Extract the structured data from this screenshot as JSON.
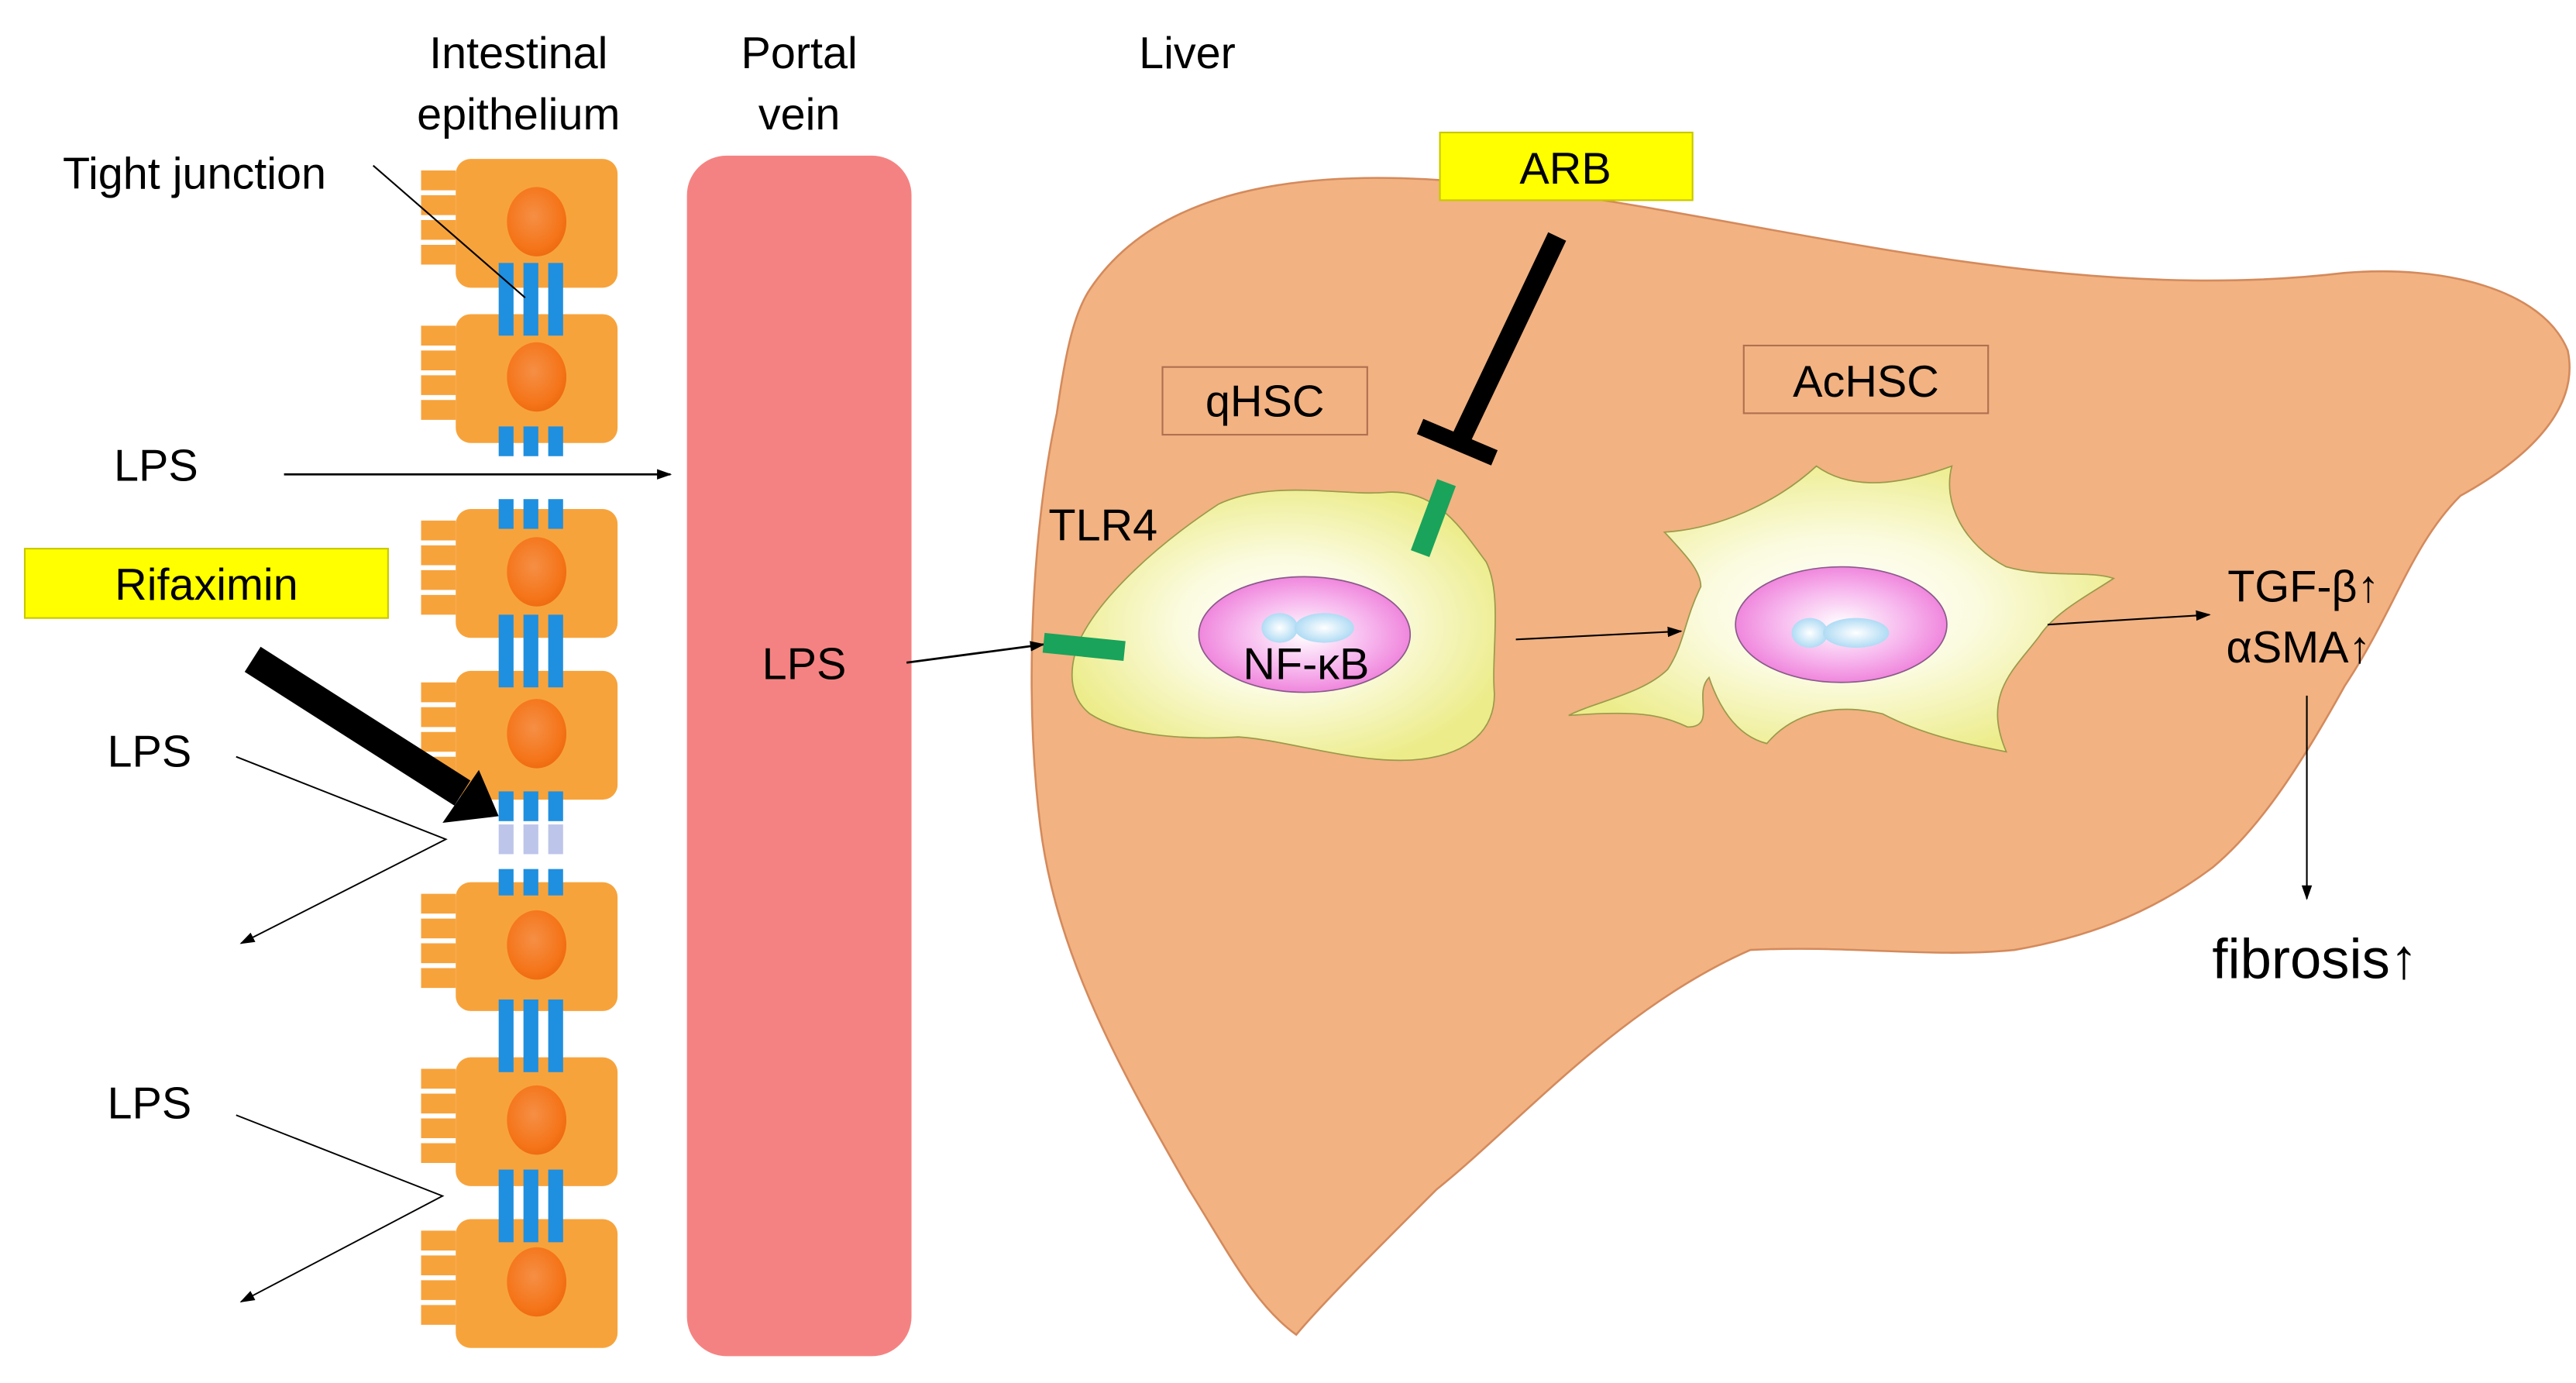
{
  "labels": {
    "intestinal_line1": "Intestinal",
    "intestinal_line2": "epithelium",
    "portal_line1": "Portal",
    "portal_line2": "vein",
    "liver": "Liver",
    "tight_junction": "Tight junction",
    "lps_1": "LPS",
    "lps_2": "LPS",
    "lps_3": "LPS",
    "lps_portal": "LPS",
    "rifaximin": "Rifaximin",
    "arb": "ARB",
    "qhsc": "qHSC",
    "achsc": "AcHSC",
    "tlr4": "TLR4",
    "nfkb": "NF-κB",
    "tgf_beta": "TGF-β↑",
    "alpha_sma": "αSMA↑",
    "fibrosis": "fibrosis↑"
  },
  "colors": {
    "epithelial_cell": "#f7a33c",
    "nucleus": "#f57a20",
    "tight_junction": "#1f8fe0",
    "portal_vein": "#f58282",
    "liver": "#f2b282",
    "hsc_body": "#eeee9a",
    "hsc_nucleus": "#f090e0",
    "tlr4_receptor": "#1aa35a",
    "drug_label_bg": "#ffff00",
    "arrow": "#000000"
  }
}
